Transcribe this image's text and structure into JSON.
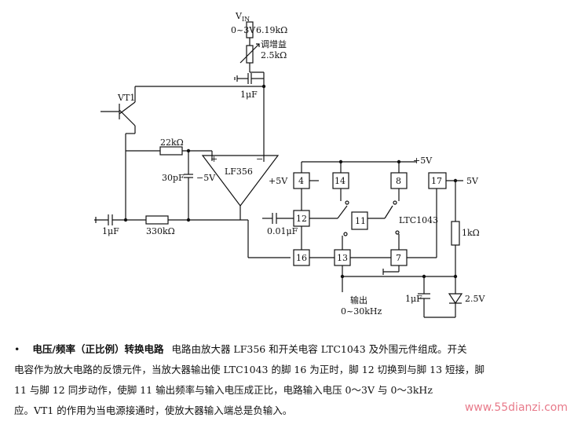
{
  "diagram": {
    "vin_label": "V",
    "vin_subscript": "IN",
    "vin_range": "0~3V",
    "r_top": "6.19kΩ",
    "gain_adj": "调增益",
    "r_pot": "2.5kΩ",
    "c_top": "1μF",
    "transistor": "VT1",
    "r_feedback": "22kΩ",
    "c_30p": "30pF",
    "neg5v": "−5V",
    "opamp": "LF356",
    "opamp_plus": "+",
    "opamp_minus": "−",
    "opamp_supply": "+5V",
    "c_in": "1μF",
    "r_in": "330kΩ",
    "plus5v_top": "+5V",
    "plus5v_right": "5V",
    "pin4": "4",
    "pin14": "14",
    "pin8": "8",
    "pin17": "17",
    "pin12": "12",
    "pin11": "11",
    "pin16": "16",
    "pin13": "13",
    "pin7": "7",
    "c_switch": "0.01μF",
    "ic": "LTC1043",
    "r_1k": "1kΩ",
    "c_out": "1μF",
    "zener": "2.5V",
    "output": "输出",
    "output_range": "0~30kHz"
  },
  "caption": {
    "bullet": "•",
    "title": "电压/频率（正比例）转换电路",
    "line1": "电路由放大器 LF356 和开关电容 LTC1043 及外围元件组成。开关",
    "line2": "电容作为放大电路的反馈元件，当放大器输出使 LTC1043 的脚 16 为正时，脚 12 切换到与脚 13 短接，脚",
    "line3": "11 与脚 12 同步动作，使脚 11 输出频率与输入电压成正比，电路输入电压 0～3V 与 0～3kHz",
    "line4": "应。VT1 的作用为当电源接通时，使放大器输入端总是负输入。"
  },
  "watermark": "www.55dianzi.com"
}
